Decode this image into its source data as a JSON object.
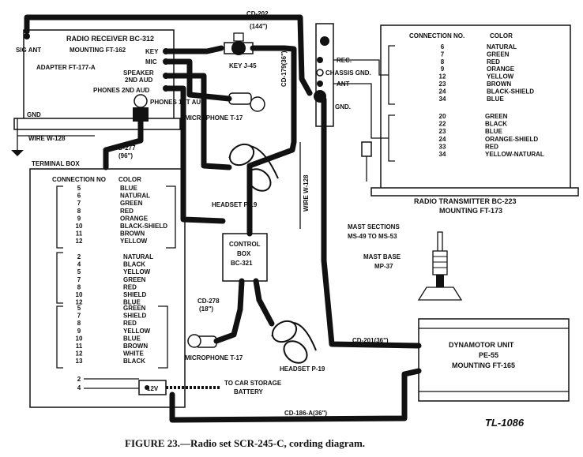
{
  "caption": "FIGURE 23.—Radio set SCR-245-C, cording diagram.",
  "drawing_number": "TL-1086",
  "receiver": {
    "title": "RADIO RECEIVER BC-312",
    "mounting": "MOUNTING FT-162",
    "adapter": "ADAPTER FT-177-A",
    "sig_ant": "SIG ANT",
    "gnd": "GND",
    "jacks": [
      "KEY",
      "MIC",
      "SPEAKER",
      "2ND AUD",
      "PHONES 2ND AUD",
      "PHONES 1ST AUD"
    ]
  },
  "cables": {
    "cd202": "CD-202",
    "cd202_len": "(144\")",
    "cd179": "CD-179(36\")",
    "cd277": "CD-277",
    "cd277_len": "(96\")",
    "cd278": "CD-278",
    "cd278_len": "(18\")",
    "cd201": "CD-201(36\")",
    "cd186": "CD-186-A(36\")",
    "wire_w128_a": "WIRE W-128",
    "wire_w128_b": "WIRE W-128"
  },
  "key": "KEY J-45",
  "microphone_top": "MICROPHONE T-17",
  "microphone_bottom": "MICROPHONE T-17",
  "headset_top": "HEADSET P-19",
  "headset_bottom": "HEADSET P-19",
  "control_box": [
    "CONTROL",
    "BOX",
    "BC-321"
  ],
  "terminal_box": {
    "label": "TERMINAL BOX",
    "header_conn": "CONNECTION NO",
    "header_color": "COLOR",
    "group1": [
      {
        "no": "5",
        "color": "BLUE"
      },
      {
        "no": "6",
        "color": "NATURAL"
      },
      {
        "no": "7",
        "color": "GREEN"
      },
      {
        "no": "8",
        "color": "RED"
      },
      {
        "no": "9",
        "color": "ORANGE"
      },
      {
        "no": "10",
        "color": "BLACK-SHIELD"
      },
      {
        "no": "11",
        "color": "BROWN"
      },
      {
        "no": "12",
        "color": "YELLOW"
      }
    ],
    "group2": [
      {
        "no": "2",
        "color": "NATURAL"
      },
      {
        "no": "4",
        "color": "BLACK"
      },
      {
        "no": "5",
        "color": "YELLOW"
      },
      {
        "no": "7",
        "color": "GREEN"
      },
      {
        "no": "8",
        "color": "RED"
      },
      {
        "no": "10",
        "color": "SHIELD"
      },
      {
        "no": "12",
        "color": "BLUE"
      }
    ],
    "group3": [
      {
        "no": "5",
        "color": "GREEN"
      },
      {
        "no": "7",
        "color": "SHIELD"
      },
      {
        "no": "8",
        "color": "RED"
      },
      {
        "no": "9",
        "color": "YELLOW"
      },
      {
        "no": "10",
        "color": "BLUE"
      },
      {
        "no": "11",
        "color": "BROWN"
      },
      {
        "no": "12",
        "color": "WHITE"
      },
      {
        "no": "13",
        "color": "BLACK"
      }
    ],
    "group4": [
      {
        "no": "2",
        "color": ""
      },
      {
        "no": "4",
        "color": ""
      }
    ],
    "voltage": "12V"
  },
  "battery": [
    "TO CAR STORAGE",
    "BATTERY"
  ],
  "transmitter": {
    "terminals": [
      "REC.",
      "CHASSIS GND.",
      "ANT",
      "GND."
    ],
    "title": "RADIO TRANSMITTER BC-223",
    "mounting": "MOUNTING FT-173",
    "header_conn": "CONNECTION NO.",
    "header_color": "COLOR",
    "group1": [
      {
        "no": "6",
        "color": "NATURAL"
      },
      {
        "no": "7",
        "color": "GREEN"
      },
      {
        "no": "8",
        "color": "RED"
      },
      {
        "no": "9",
        "color": "ORANGE"
      },
      {
        "no": "12",
        "color": "YELLOW"
      },
      {
        "no": "23",
        "color": "BROWN"
      },
      {
        "no": "24",
        "color": "BLACK-SHIELD"
      },
      {
        "no": "34",
        "color": "BLUE"
      }
    ],
    "group2": [
      {
        "no": "20",
        "color": "GREEN"
      },
      {
        "no": "22",
        "color": "BLACK"
      },
      {
        "no": "23",
        "color": "BLUE"
      },
      {
        "no": "24",
        "color": "ORANGE-SHIELD"
      },
      {
        "no": "33",
        "color": "RED"
      },
      {
        "no": "34",
        "color": "YELLOW-NATURAL"
      }
    ]
  },
  "mast_sections": [
    "MAST SECTIONS",
    "MS-49 TO MS-53"
  ],
  "mast_base": [
    "MAST BASE",
    "MP-37"
  ],
  "dynamotor": [
    "DYNAMOTOR UNIT",
    "PE-55",
    "MOUNTING FT-165"
  ]
}
